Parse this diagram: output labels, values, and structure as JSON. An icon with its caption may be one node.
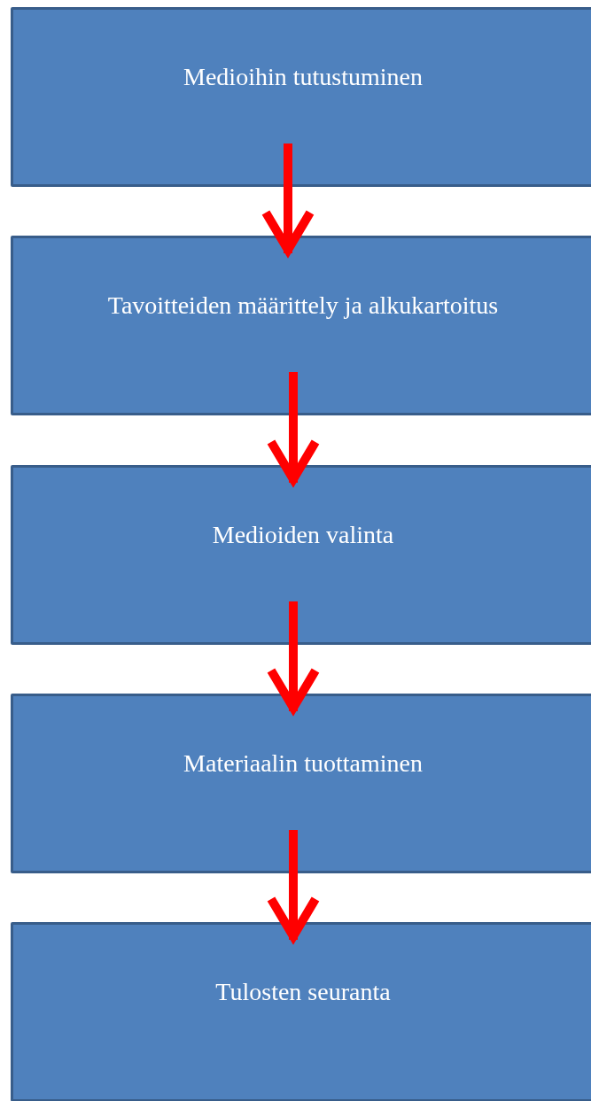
{
  "diagram": {
    "nodes": [
      {
        "text": [
          "Medioihin tutustuminen"
        ]
      },
      {
        "text": [
          "Tavoitteiden määrittely ja alkukartoitus"
        ]
      },
      {
        "text": [
          "Medioiden valinta"
        ]
      },
      {
        "text": [
          "Materiaalin tuottaminen"
        ]
      },
      {
        "text": [
          "Tulosten seuranta"
        ]
      }
    ],
    "edges": [
      {
        "from": 0,
        "to": 1,
        "arrow": "to"
      },
      {
        "from": 1,
        "to": 2,
        "arrow": "to"
      },
      {
        "from": 2,
        "to": 3,
        "arrow": "to"
      },
      {
        "from": 3,
        "to": 4,
        "arrow": "to"
      }
    ]
  }
}
